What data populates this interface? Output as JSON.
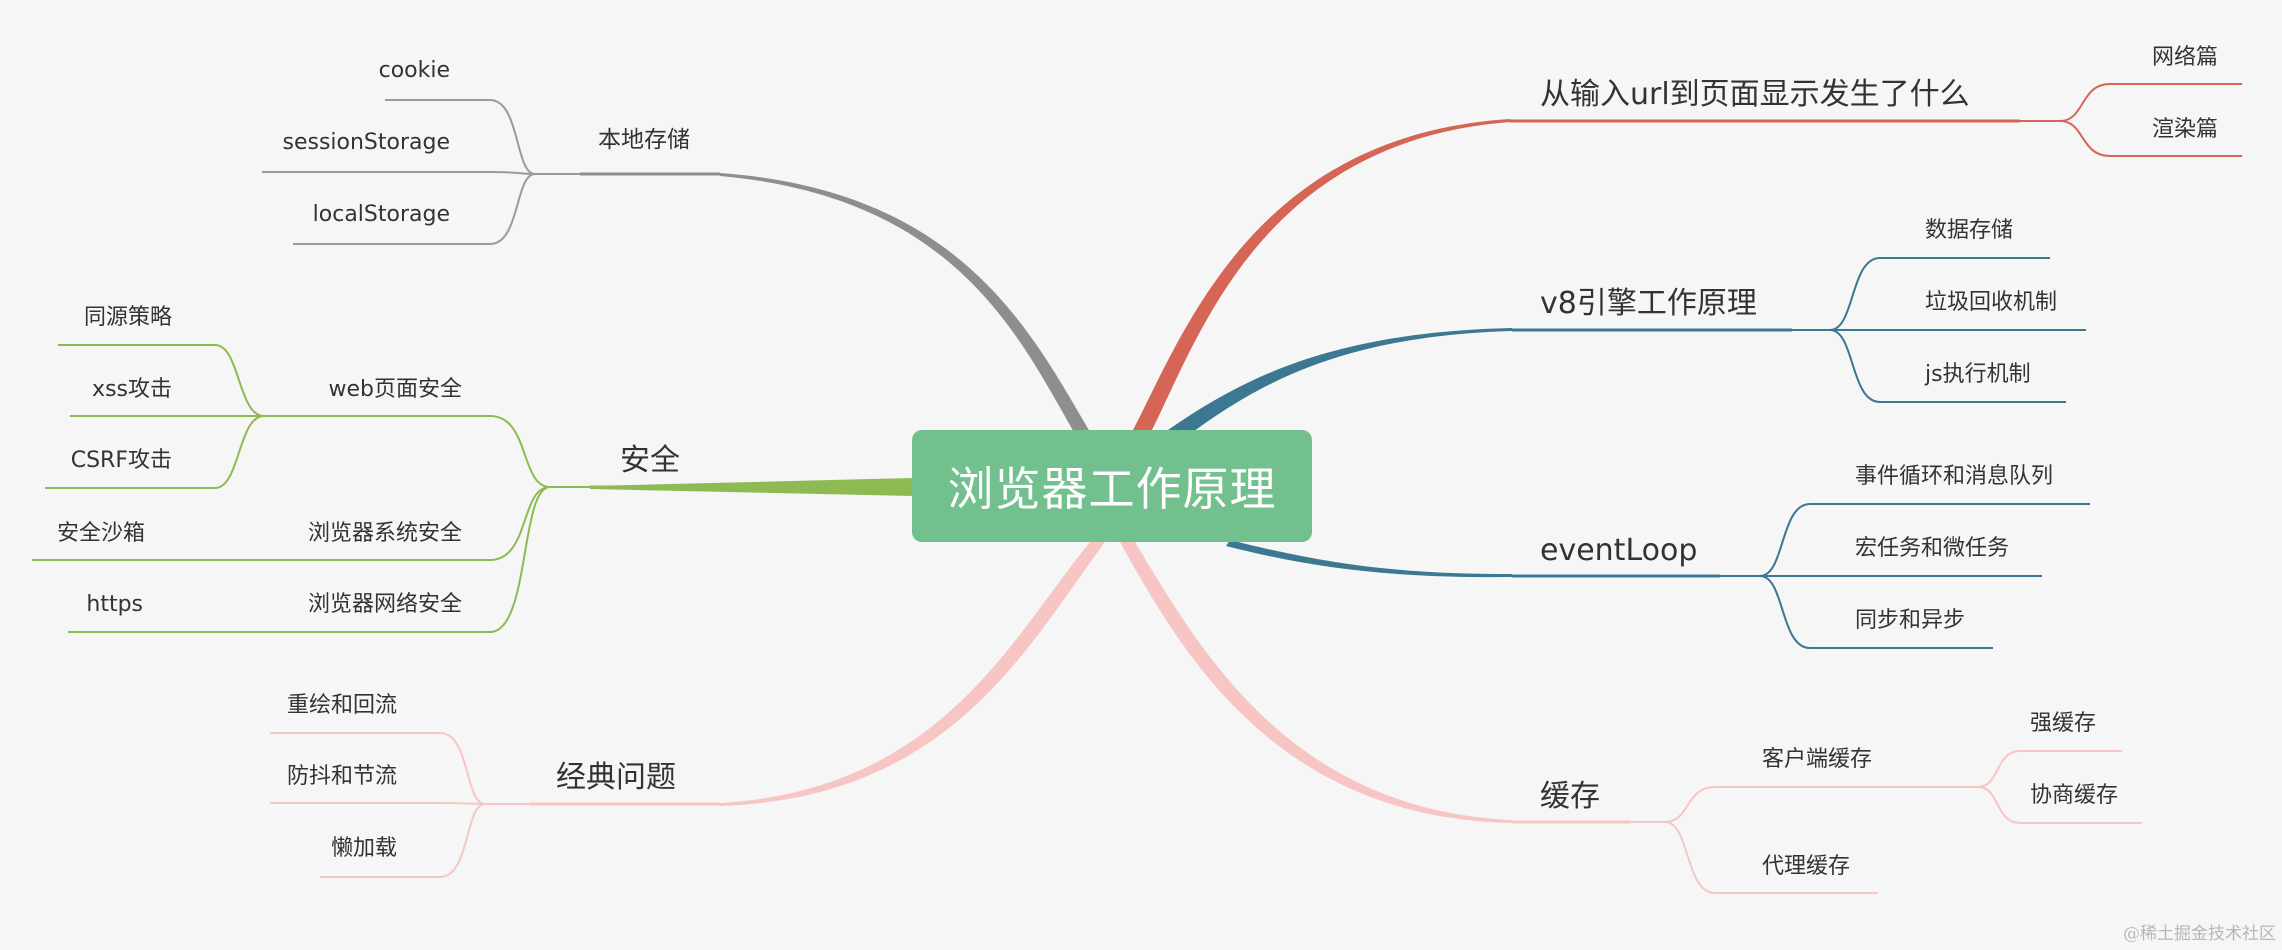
{
  "root": {
    "label": "浏览器工作原理"
  },
  "watermark": "@稀土掘金技术社区",
  "colors": {
    "background": "#f6f6f6",
    "root": "#72c08d",
    "storage": "#8e8e8e",
    "security": "#8dbb52",
    "classic": "#f7c6c4",
    "url": "#d76556",
    "v8": "#3d7893",
    "eventloop": "#3d7893",
    "cache": "#f7c6c4"
  },
  "branches": {
    "storage": {
      "label": "本地存储",
      "children": [
        {
          "label": "cookie"
        },
        {
          "label": "sessionStorage"
        },
        {
          "label": "localStorage"
        }
      ]
    },
    "security": {
      "label": "安全",
      "children": [
        {
          "label": "web页面安全",
          "children": [
            {
              "label": "同源策略"
            },
            {
              "label": "xss攻击"
            },
            {
              "label": "CSRF攻击"
            }
          ]
        },
        {
          "label": "浏览器系统安全",
          "children": [
            {
              "label": "安全沙箱"
            }
          ]
        },
        {
          "label": "浏览器网络安全",
          "children": [
            {
              "label": "https"
            }
          ]
        }
      ]
    },
    "classic": {
      "label": "经典问题",
      "children": [
        {
          "label": "重绘和回流"
        },
        {
          "label": "防抖和节流"
        },
        {
          "label": "懒加载"
        }
      ]
    },
    "url": {
      "label": "从输入url到页面显示发生了什么",
      "children": [
        {
          "label": "网络篇"
        },
        {
          "label": "渲染篇"
        }
      ]
    },
    "v8": {
      "label": "v8引擎工作原理",
      "children": [
        {
          "label": "数据存储"
        },
        {
          "label": "垃圾回收机制"
        },
        {
          "label": "js执行机制"
        }
      ]
    },
    "eventloop": {
      "label": "eventLoop",
      "children": [
        {
          "label": "事件循环和消息队列"
        },
        {
          "label": "宏任务和微任务"
        },
        {
          "label": "同步和异步"
        }
      ]
    },
    "cache": {
      "label": "缓存",
      "children": [
        {
          "label": "客户端缓存",
          "children": [
            {
              "label": "强缓存"
            },
            {
              "label": "协商缓存"
            }
          ]
        },
        {
          "label": "代理缓存"
        }
      ]
    }
  }
}
